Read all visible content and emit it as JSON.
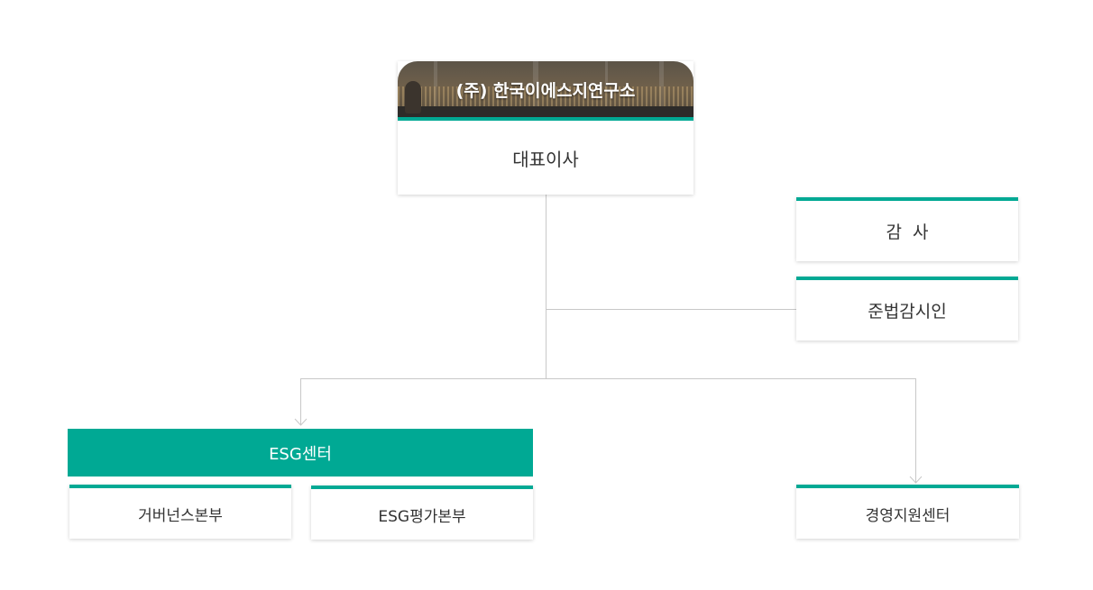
{
  "colors": {
    "accent": "#00a994",
    "line": "#c8c8c8",
    "text": "#333333",
    "background": "#ffffff"
  },
  "top": {
    "company_name": "(주) 한국이에스지연구소",
    "ceo_label": "대표이사"
  },
  "side_units": {
    "auditor": "감  사",
    "compliance": "준법감시인"
  },
  "esg_center": {
    "label": "ESG센터",
    "divisions": [
      "거버넌스본부",
      "ESG평가본부"
    ]
  },
  "management_support": {
    "label": "경영지원센터"
  }
}
